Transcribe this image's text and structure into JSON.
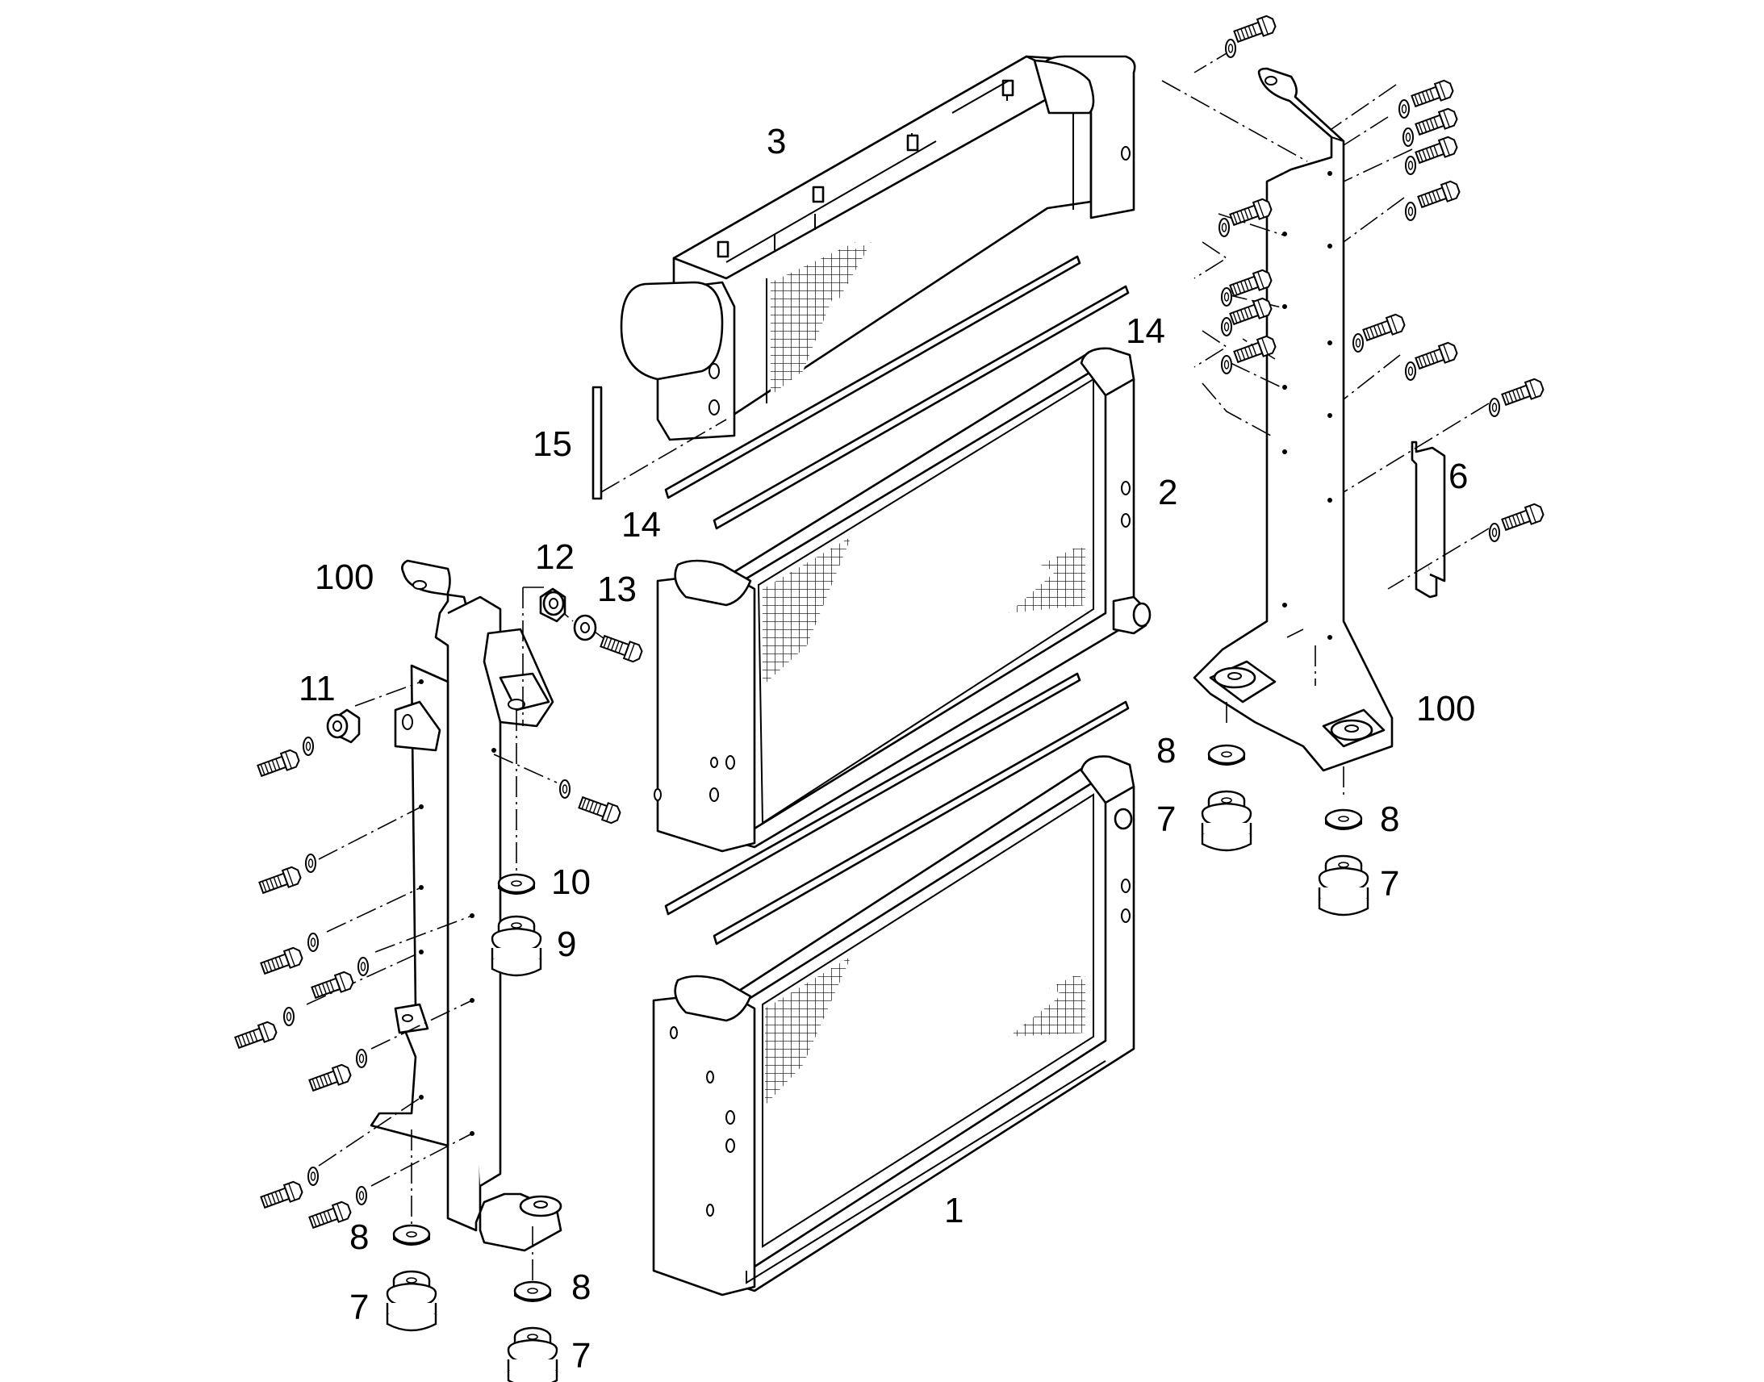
{
  "labels": {
    "l1": "1",
    "l2": "2",
    "l3": "3",
    "l6": "6",
    "l7_a": "7",
    "l7_b": "7",
    "l7_c": "7",
    "l7_d": "7",
    "l8_a": "8",
    "l8_b": "8",
    "l8_c": "8",
    "l8_d": "8",
    "l9": "9",
    "l10": "10",
    "l11": "11",
    "l12": "12",
    "l13": "13",
    "l14_a": "14",
    "l14_b": "14",
    "l15": "15",
    "l100_a": "100",
    "l100_b": "100"
  }
}
